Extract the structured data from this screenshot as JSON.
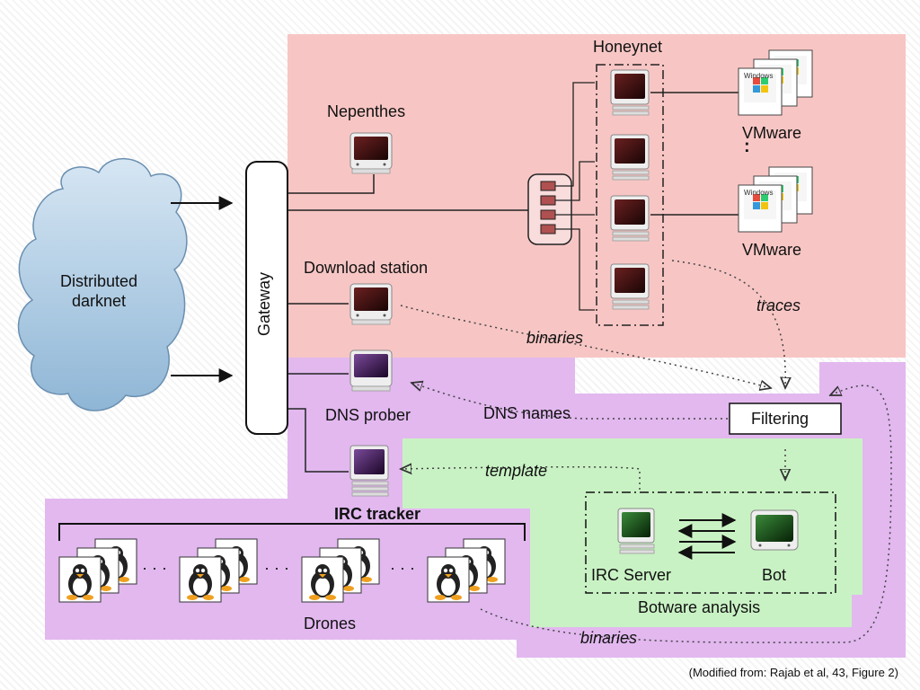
{
  "diagram": {
    "honeynet_label": "Honeynet",
    "nepenthes_label": "Nepenthes",
    "vmware_label": "VMware",
    "vmware_ellipsis": ":",
    "windows_text": "Windows",
    "gateway_label": "Gateway",
    "darknet_label": "Distributed darknet",
    "download_station_label": "Download station",
    "traces_label": "traces",
    "binaries_label": "binaries",
    "dns_prober_label": "DNS prober",
    "dns_names_label": "DNS names",
    "filtering_label": "Filtering",
    "template_label": "template",
    "irc_tracker_label": "IRC tracker",
    "irc_server_label": "IRC Server",
    "bot_label": "Bot",
    "botware_label": "Botware analysis",
    "drones_label": "Drones",
    "drone_ellipsis": "· · ·",
    "binaries_bottom_label": "binaries"
  },
  "citation": "(Modified from: Rajab et al, 43, Figure 2)",
  "colors": {
    "pink_region": "#f7c6c4",
    "purple_region": "#e2b8ef",
    "green_region": "#c9f2c4",
    "cloud": "#a9c9e2"
  }
}
